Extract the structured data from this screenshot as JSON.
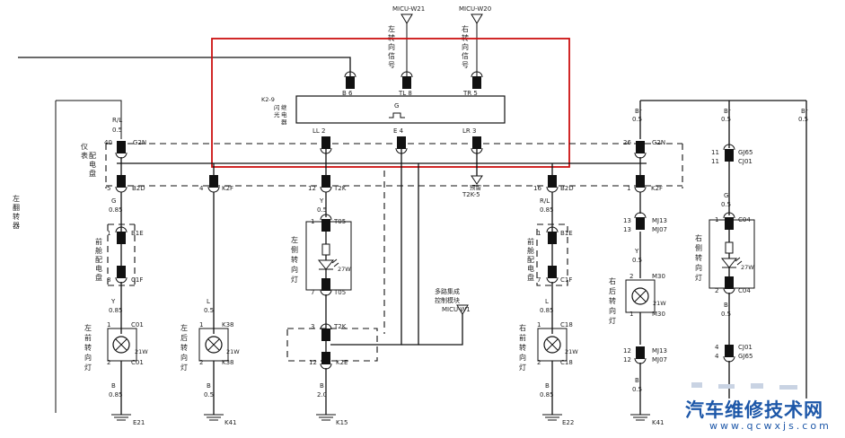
{
  "top_inputs": [
    {
      "id": "MICU-W21",
      "label": "MICU-W21"
    },
    {
      "id": "MICU-W20",
      "label": "MICU-W20"
    }
  ],
  "signal_labels": {
    "left": [
      "左",
      "转",
      "向",
      "信",
      "号"
    ],
    "right": [
      "右",
      "转",
      "向",
      "信",
      "号"
    ]
  },
  "flasher": {
    "ref": "K2-9",
    "name_chars": [
      "闪",
      "光",
      "继",
      "电",
      "器"
    ],
    "ground_pin": "G",
    "pins_top": [
      "B 6",
      "TL 8",
      "TR 5"
    ],
    "pins_bottom": [
      "LL 2",
      "E 4",
      "LR 3"
    ]
  },
  "left_panel": {
    "wire1": [
      "R/L",
      "0.5"
    ],
    "name_chars": [
      "仪",
      "表",
      "配",
      "电",
      "盘"
    ],
    "c1": [
      "40",
      "G2N"
    ],
    "c2": [
      "5",
      "B2D"
    ],
    "wire2": [
      "G",
      "0.85"
    ],
    "conn_name_chars": [
      "前",
      "舱",
      "配",
      "电",
      "盘"
    ],
    "c3": [
      "1",
      "B1E"
    ],
    "c4": [
      "8",
      "C1F"
    ],
    "wire3": [
      "Y",
      "0.85"
    ],
    "lamp_chars": [
      "左",
      "前",
      "转",
      "向",
      "灯"
    ],
    "lamp_pins": [
      "1",
      "C01",
      "2",
      "C01"
    ],
    "lamp_w": "21W",
    "wire4": [
      "B",
      "0.85"
    ],
    "ground": "E21"
  },
  "edge_label": [
    "左",
    "翻",
    "转",
    "器"
  ],
  "rear_left": {
    "c": [
      "4",
      "K2F"
    ],
    "wire": [
      "L",
      "0.5"
    ],
    "lamp_chars": [
      "左",
      "后",
      "转",
      "向",
      "灯"
    ],
    "lamp_pins": [
      "1",
      "K38",
      "2",
      "K38"
    ],
    "lamp_w": "21W",
    "wire2": [
      "B",
      "0.5"
    ],
    "ground": "K41"
  },
  "side_left": {
    "c": [
      "12",
      "T2K"
    ],
    "wire": [
      "Y",
      "0.5"
    ],
    "lamp_chars": [
      "左",
      "侧",
      "转",
      "向",
      "灯"
    ],
    "pins": [
      "1",
      "T05",
      "7",
      "T05"
    ],
    "lamp_w": "27W",
    "c2": [
      "3",
      "T2K"
    ],
    "c3": [
      "12",
      "K2E"
    ],
    "wire2": [
      "B",
      "2.0"
    ],
    "ground": "K15"
  },
  "micu_module": {
    "chars": "多路集成控制模块",
    "line1": "多路集成",
    "line2": "控制模块",
    "pin": "MICU-W1"
  },
  "t2k5": {
    "pin": "预留",
    "ref": "T2K-5"
  },
  "right_front": {
    "c": [
      "16",
      "B2D"
    ],
    "wire": [
      "R/L",
      "0.85"
    ],
    "conn_name_chars": [
      "前",
      "舱",
      "配",
      "电",
      "盘"
    ],
    "c3": [
      "1",
      "B1E"
    ],
    "c4": [
      "7",
      "C1F"
    ],
    "wire2": [
      "L",
      "0.85"
    ],
    "lamp_chars": [
      "右",
      "前",
      "转",
      "向",
      "灯"
    ],
    "lamp_pins": [
      "1",
      "C18",
      "2",
      "C18"
    ],
    "lamp_w": "21W",
    "wire3": [
      "B",
      "0.85"
    ],
    "ground": "E22"
  },
  "right_rear": {
    "c1": [
      "26",
      "G2N"
    ],
    "c2": [
      "1",
      "K2F"
    ],
    "wire0": [
      "Br",
      "0.5"
    ],
    "c3": [
      "13",
      "MJ13",
      "13",
      "MJ07"
    ],
    "wire1": [
      "Y",
      "0.5"
    ],
    "lamp_chars": [
      "右",
      "后",
      "转",
      "向",
      "灯"
    ],
    "lamp_pins": [
      "2",
      "M30",
      "1",
      "M30"
    ],
    "lamp_w": "21W",
    "c4": [
      "12",
      "MJ13",
      "12",
      "MJ07"
    ],
    "wire2": [
      "B",
      "0.5"
    ],
    "ground": "K41"
  },
  "right_side": {
    "wire0": [
      "Br",
      "0.5"
    ],
    "c1": [
      "11",
      "GJ65",
      "11",
      "CJ01"
    ],
    "wire1": [
      "G",
      "0.5"
    ],
    "lamp_chars": [
      "右",
      "侧",
      "转",
      "向",
      "灯"
    ],
    "pins": [
      "1",
      "C04",
      "2",
      "C04"
    ],
    "lamp_w": "27W",
    "wire2": [
      "B",
      "0.5"
    ],
    "c2": [
      "4",
      "CJ01",
      "4",
      "GJ65"
    ]
  },
  "far_right": {
    "wire": [
      "Br",
      "0.5"
    ]
  },
  "watermark": {
    "cn": "汽车维修技术网",
    "en": "www.qcwxjs.com"
  },
  "colors": {
    "highlight_box": "#cc1111",
    "watermark": "#1d57a8"
  }
}
